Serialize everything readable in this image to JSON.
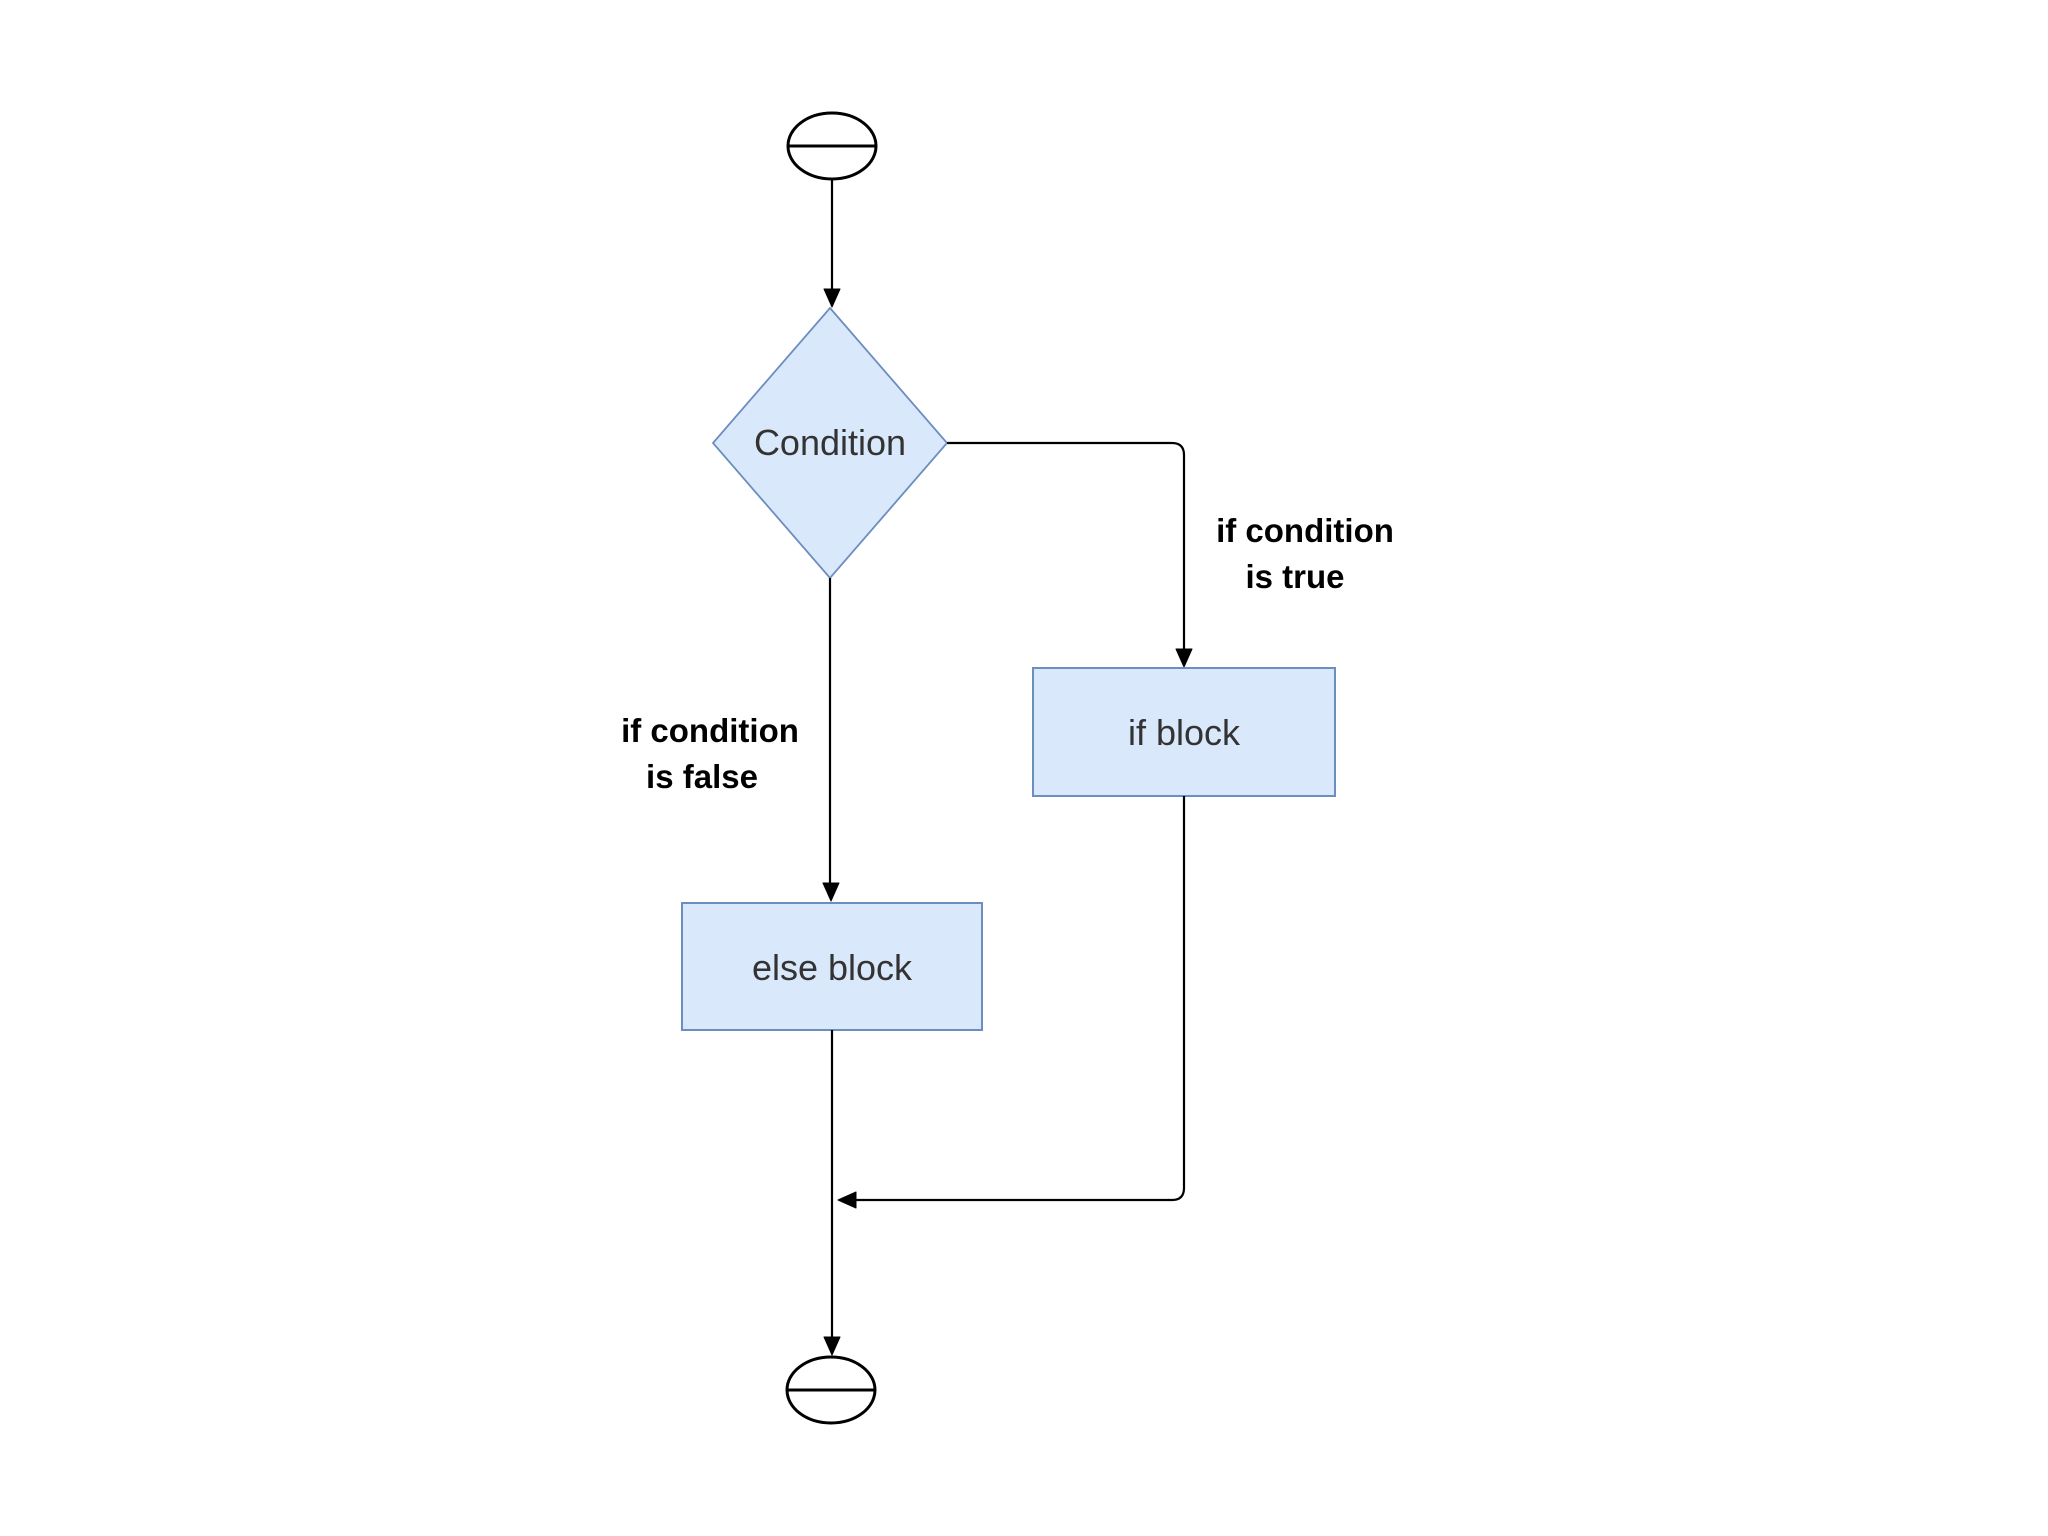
{
  "flowchart": {
    "nodes": {
      "start": {
        "shape": "terminal"
      },
      "condition": {
        "label": "Condition",
        "shape": "decision"
      },
      "if_block": {
        "label": "if block",
        "shape": "process"
      },
      "else_block": {
        "label": "else block",
        "shape": "process"
      },
      "end": {
        "shape": "terminal"
      }
    },
    "edge_labels": {
      "true_branch": {
        "line1": "if condition",
        "line2": "is true"
      },
      "false_branch": {
        "line1": "if condition",
        "line2": "is false"
      }
    },
    "colors": {
      "background": "#ffffff",
      "node_fill": "#dae8fc",
      "node_stroke": "#6c8ebf",
      "edge": "#000000",
      "node_text": "#333333",
      "edge_label_text": "#000000",
      "terminal_fill": "#ffffff",
      "terminal_stroke": "#000000"
    }
  }
}
